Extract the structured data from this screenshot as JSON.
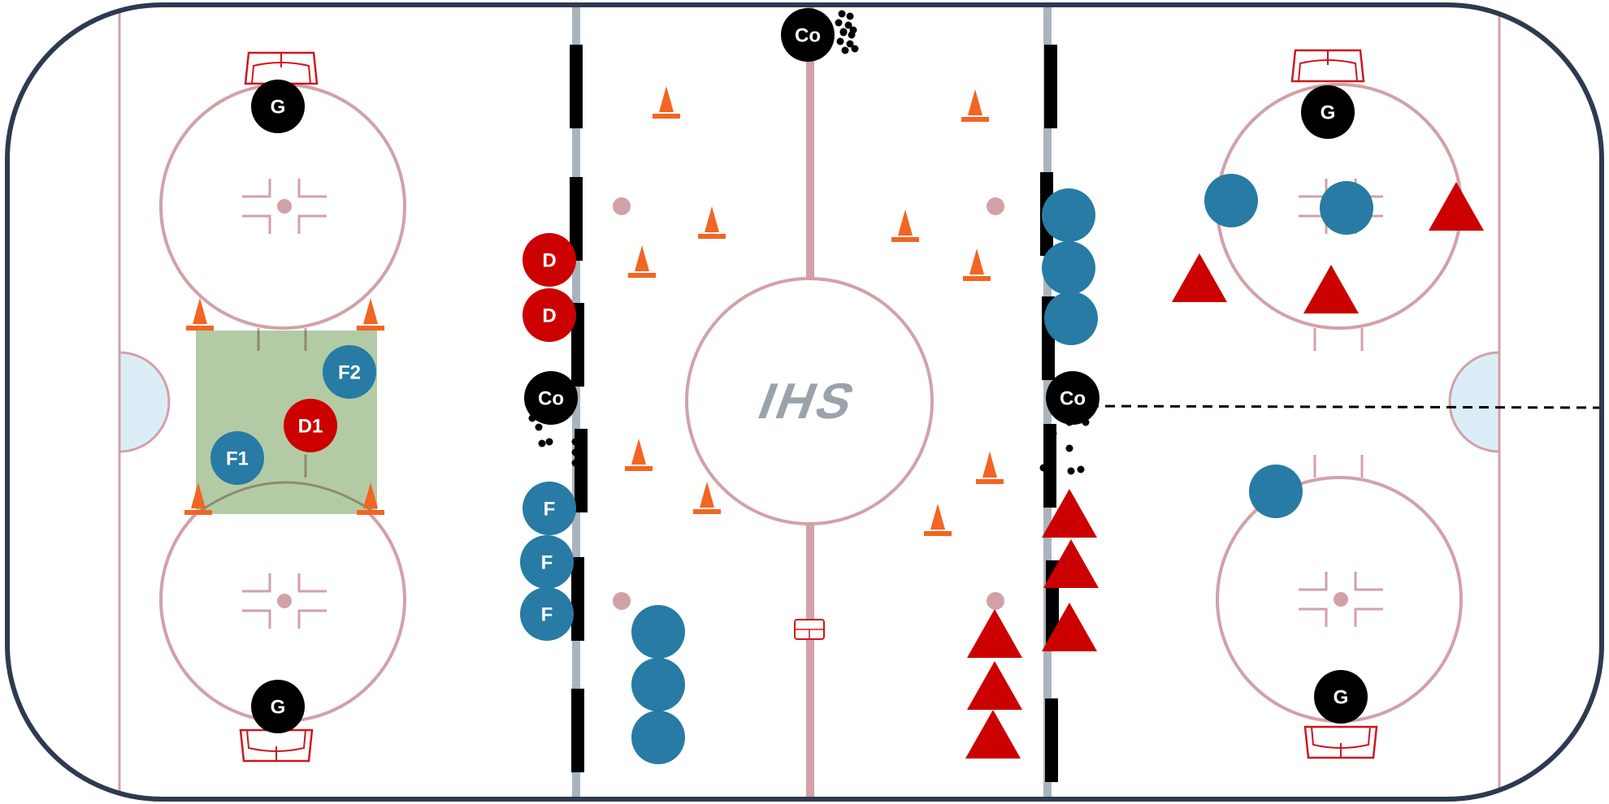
{
  "logo_text": "IHS",
  "colors": {
    "board": "#2d3a4f",
    "line": "#d2a1a8",
    "blue_line": "#a9b4be",
    "crease": "#dbeef7",
    "zone": "#b2cba5",
    "cone": "#f26522",
    "red": "#cc0000",
    "blue": "#277ba4",
    "black": "#000000",
    "goal": "#d0161d",
    "logo": "#9aa3ab"
  },
  "players": [
    {
      "role": "goalie",
      "label": "G"
    },
    {
      "role": "goalie",
      "label": "G"
    },
    {
      "role": "goalie",
      "label": "G"
    },
    {
      "role": "goalie",
      "label": "G"
    },
    {
      "role": "coach",
      "label": "Co"
    },
    {
      "role": "coach",
      "label": "Co"
    },
    {
      "role": "coach",
      "label": "Co"
    },
    {
      "role": "defense",
      "label": "D"
    },
    {
      "role": "defense",
      "label": "D"
    },
    {
      "role": "defense",
      "label": "D1"
    },
    {
      "role": "forward",
      "label": "F2"
    },
    {
      "role": "forward",
      "label": "F1"
    },
    {
      "role": "forward",
      "label": "F"
    },
    {
      "role": "forward",
      "label": "F"
    },
    {
      "role": "forward",
      "label": "F"
    }
  ]
}
